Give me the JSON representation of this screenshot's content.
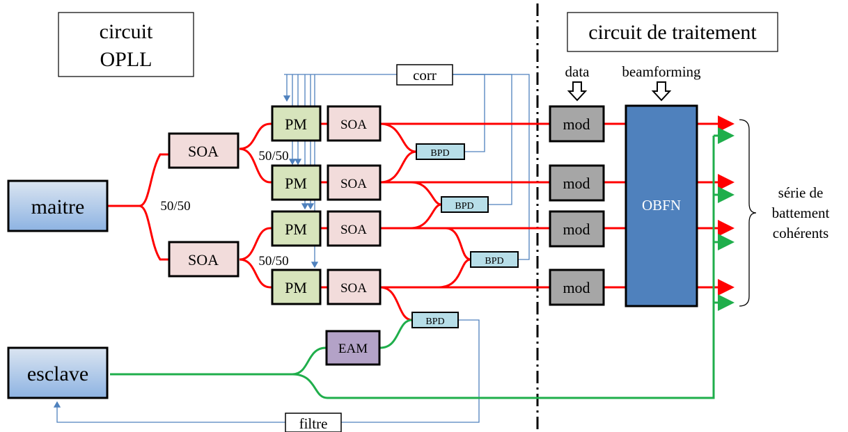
{
  "titles": {
    "left": [
      "circuit",
      "OPLL"
    ],
    "right": "circuit de traitement"
  },
  "inputs": {
    "data": "data",
    "beamforming": "beamforming"
  },
  "blocks": {
    "maitre": "maitre",
    "esclave": "esclave",
    "soa": "SOA",
    "pm": "PM",
    "bpd": "BPD",
    "eam": "EAM",
    "mod": "mod",
    "obfn": "OBFN",
    "corr": "corr",
    "filtre": "filtre"
  },
  "splitters": {
    "main": "50/50",
    "upper": "50/50",
    "lower": "50/50"
  },
  "output_label": [
    "série de",
    "battement",
    "cohérents"
  ],
  "colors": {
    "red_path": "#ff0000",
    "green_path": "#1fae4b",
    "control_line": "#4f81bd",
    "maitre_fill": "#b8cce4",
    "soa_fill": "#f2dcdb",
    "pm_fill": "#d7e4bc",
    "bpd_fill": "#b7dee8",
    "eam_fill": "#b3a2c7",
    "mod_fill": "#a6a6a6",
    "obfn_fill": "#4f81bd"
  }
}
